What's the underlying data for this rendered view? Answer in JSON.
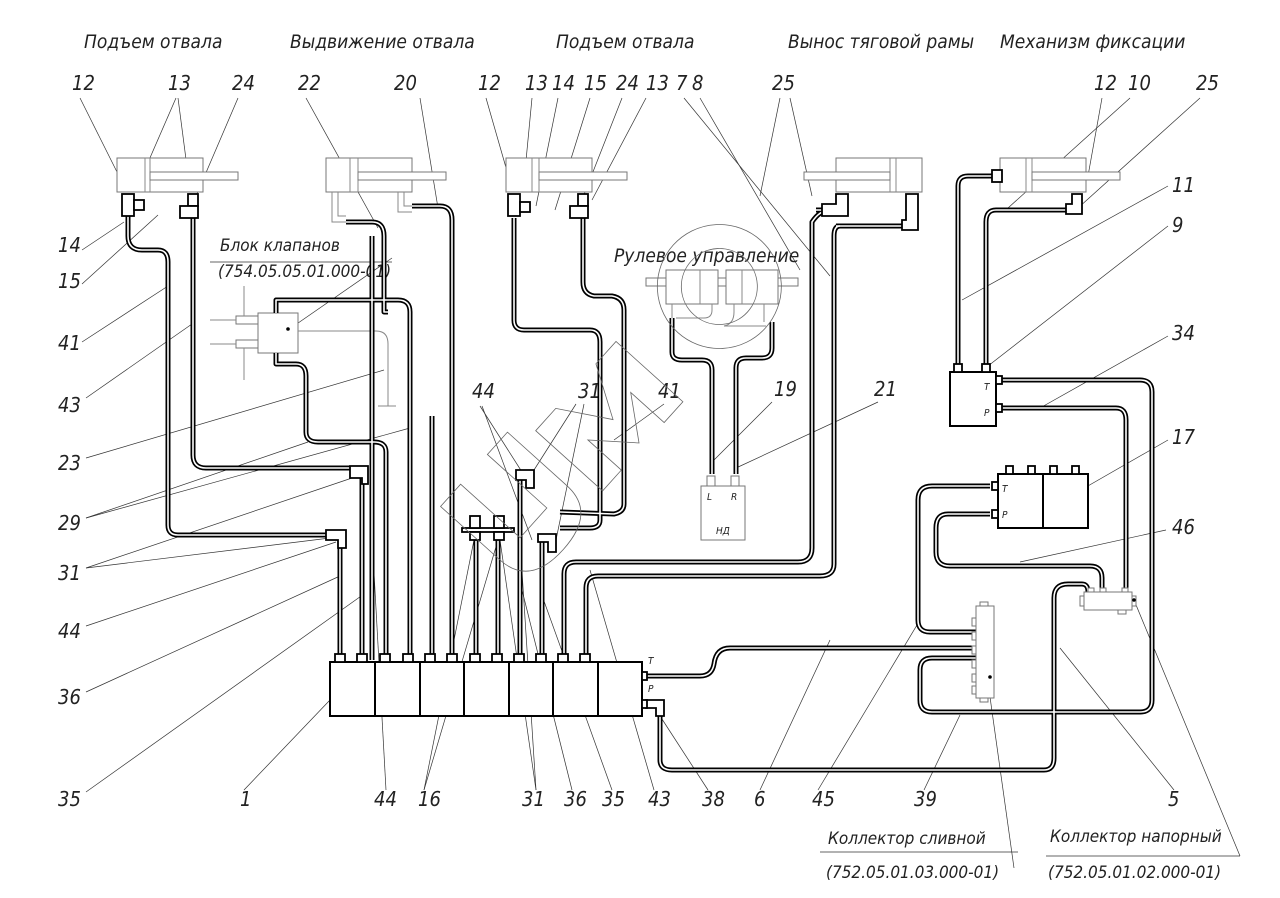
{
  "titles": {
    "lift_blade_left": "Подъем отвала",
    "blade_extension": "Выдвижение отвала",
    "lift_blade_right": "Подъем отвала",
    "drawbar_offset": "Вынос тяговой рамы",
    "lock_mechanism": "Механизм фиксации",
    "steering": "Рулевое управление"
  },
  "valve_block": {
    "name": "Блок клапанов",
    "code": "(754.05.05.01.000-01)"
  },
  "drain_manifold": {
    "name": "Коллектор сливной",
    "code": "(752.05.01.03.000-01)"
  },
  "pressure_manifold": {
    "name": "Коллектор напорный",
    "code": "(752.05.01.02.000-01)"
  },
  "port_labels": {
    "t": "T",
    "p": "P",
    "l": "L",
    "r": "R",
    "nd": "НД"
  },
  "callouts": {
    "top": [
      "12",
      "13",
      "24",
      "22",
      "20",
      "12",
      "13",
      "14",
      "15",
      "24",
      "13",
      "7",
      "8",
      "25",
      "12",
      "10",
      "25"
    ],
    "left": [
      "14",
      "15",
      "41",
      "43",
      "23",
      "29",
      "31",
      "44",
      "36",
      "35"
    ],
    "right": [
      "11",
      "9",
      "34",
      "17",
      "46",
      "5"
    ],
    "middle": [
      "44",
      "31",
      "41",
      "19",
      "21"
    ],
    "bottom": [
      "1",
      "44",
      "16",
      "31",
      "36",
      "35",
      "43",
      "38",
      "6",
      "45",
      "39",
      "5"
    ]
  }
}
